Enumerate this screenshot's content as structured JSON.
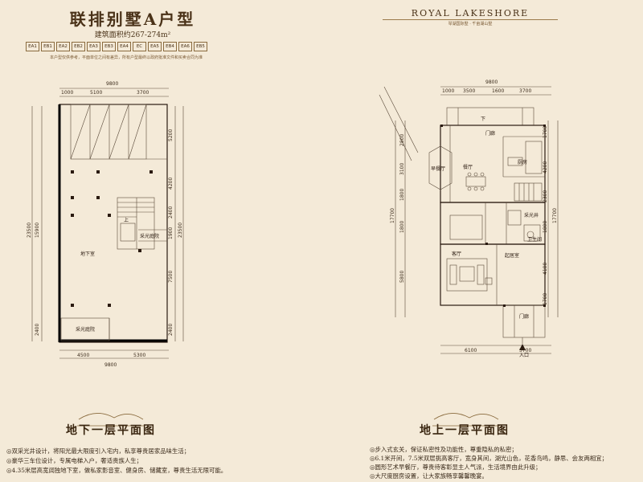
{
  "header": {
    "title": "联排别墅A户型",
    "subtitle": "建筑面积约267-274m²",
    "units": [
      "EA1",
      "EB1",
      "EA2",
      "EB2",
      "EA3",
      "EB3",
      "EA4",
      "EC",
      "EA5",
      "EB4",
      "EA6",
      "EB5"
    ],
    "notice": "本户型仅供参考，平面单位之间有差异，所有户型最终以政府批准文件和买卖合同为准",
    "brand": "ROYAL LAKESHORE",
    "brand_sub": "琴湖国际墅 · 千亩湖山墅"
  },
  "basement": {
    "dims_top": [
      "9800",
      "1000",
      "5100",
      "3700"
    ],
    "dims_left": [
      "23500",
      "15900",
      "2400"
    ],
    "dims_right": [
      "5200",
      "4200",
      "2400",
      "1900",
      "23500",
      "7500",
      "2400"
    ],
    "dims_bottom": [
      "4500",
      "5300",
      "9800"
    ],
    "labels": [
      "地下室",
      "采光庭院",
      "采光庭院"
    ],
    "up": "上",
    "section_title": "地下一层平面图",
    "features": [
      "◎双采光井设计，将阳光最大限度引入宅内，私享尊贵居家品味生活；",
      "◎豪华三车位设计，专属电梯入户，奢适贵族人生；",
      "◎4.35米层高宽阔独地下室，做私家影音室、健身房、储藏室，尊贵生活无限可能。"
    ]
  },
  "ground": {
    "dims_top": [
      "9800",
      "1000",
      "3500",
      "1600",
      "3700"
    ],
    "dims_left": [
      "2800",
      "3100",
      "1800",
      "17700",
      "1800",
      "5800"
    ],
    "dims_right": [
      "1700",
      "4200",
      "2300",
      "17700",
      "1800",
      "4100",
      "1700"
    ],
    "dims_bottom": [
      "6100",
      "3700"
    ],
    "labels": [
      "门廊",
      "早餐厅",
      "餐厅",
      "厨房",
      "采光井",
      "卫生间",
      "客厅",
      "起居室",
      "门廊"
    ],
    "down": "下",
    "entrance": "入口",
    "section_title": "地上一层平面图",
    "features": [
      "◎步入式玄关，保证私密性及功能性，尊重隐私的私密；",
      "◎6.1米开间，7.5米双层挑高客厅，宽身其间，湖光山色，花香鸟鸣，静思、会友两相宜；",
      "◎圆形艺术早餐厅，尊贵待客彰显主人气派，生活境界由此升级；",
      "◎大尺度厨房设置，让大家族畅享馨馨晚宴。"
    ]
  }
}
